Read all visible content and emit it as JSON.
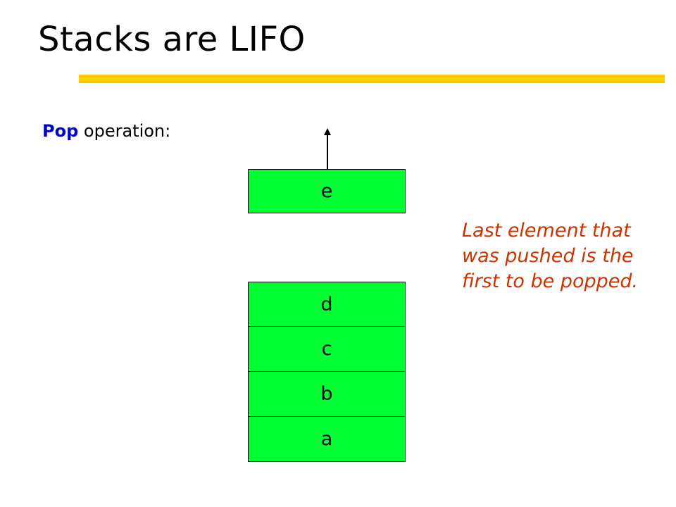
{
  "slide": {
    "title": "Stacks are LIFO",
    "operation_keyword": "Pop",
    "operation_rest": " operation:",
    "popped_element": "e",
    "stack_elements": [
      "d",
      "c",
      "b",
      "a"
    ],
    "note": "Last element that was pushed is the first to be popped."
  },
  "colors": {
    "title_bar": "#ffcc00",
    "cell_fill": "#00ff33",
    "keyword": "#0000cc",
    "note": "#cc3300"
  }
}
